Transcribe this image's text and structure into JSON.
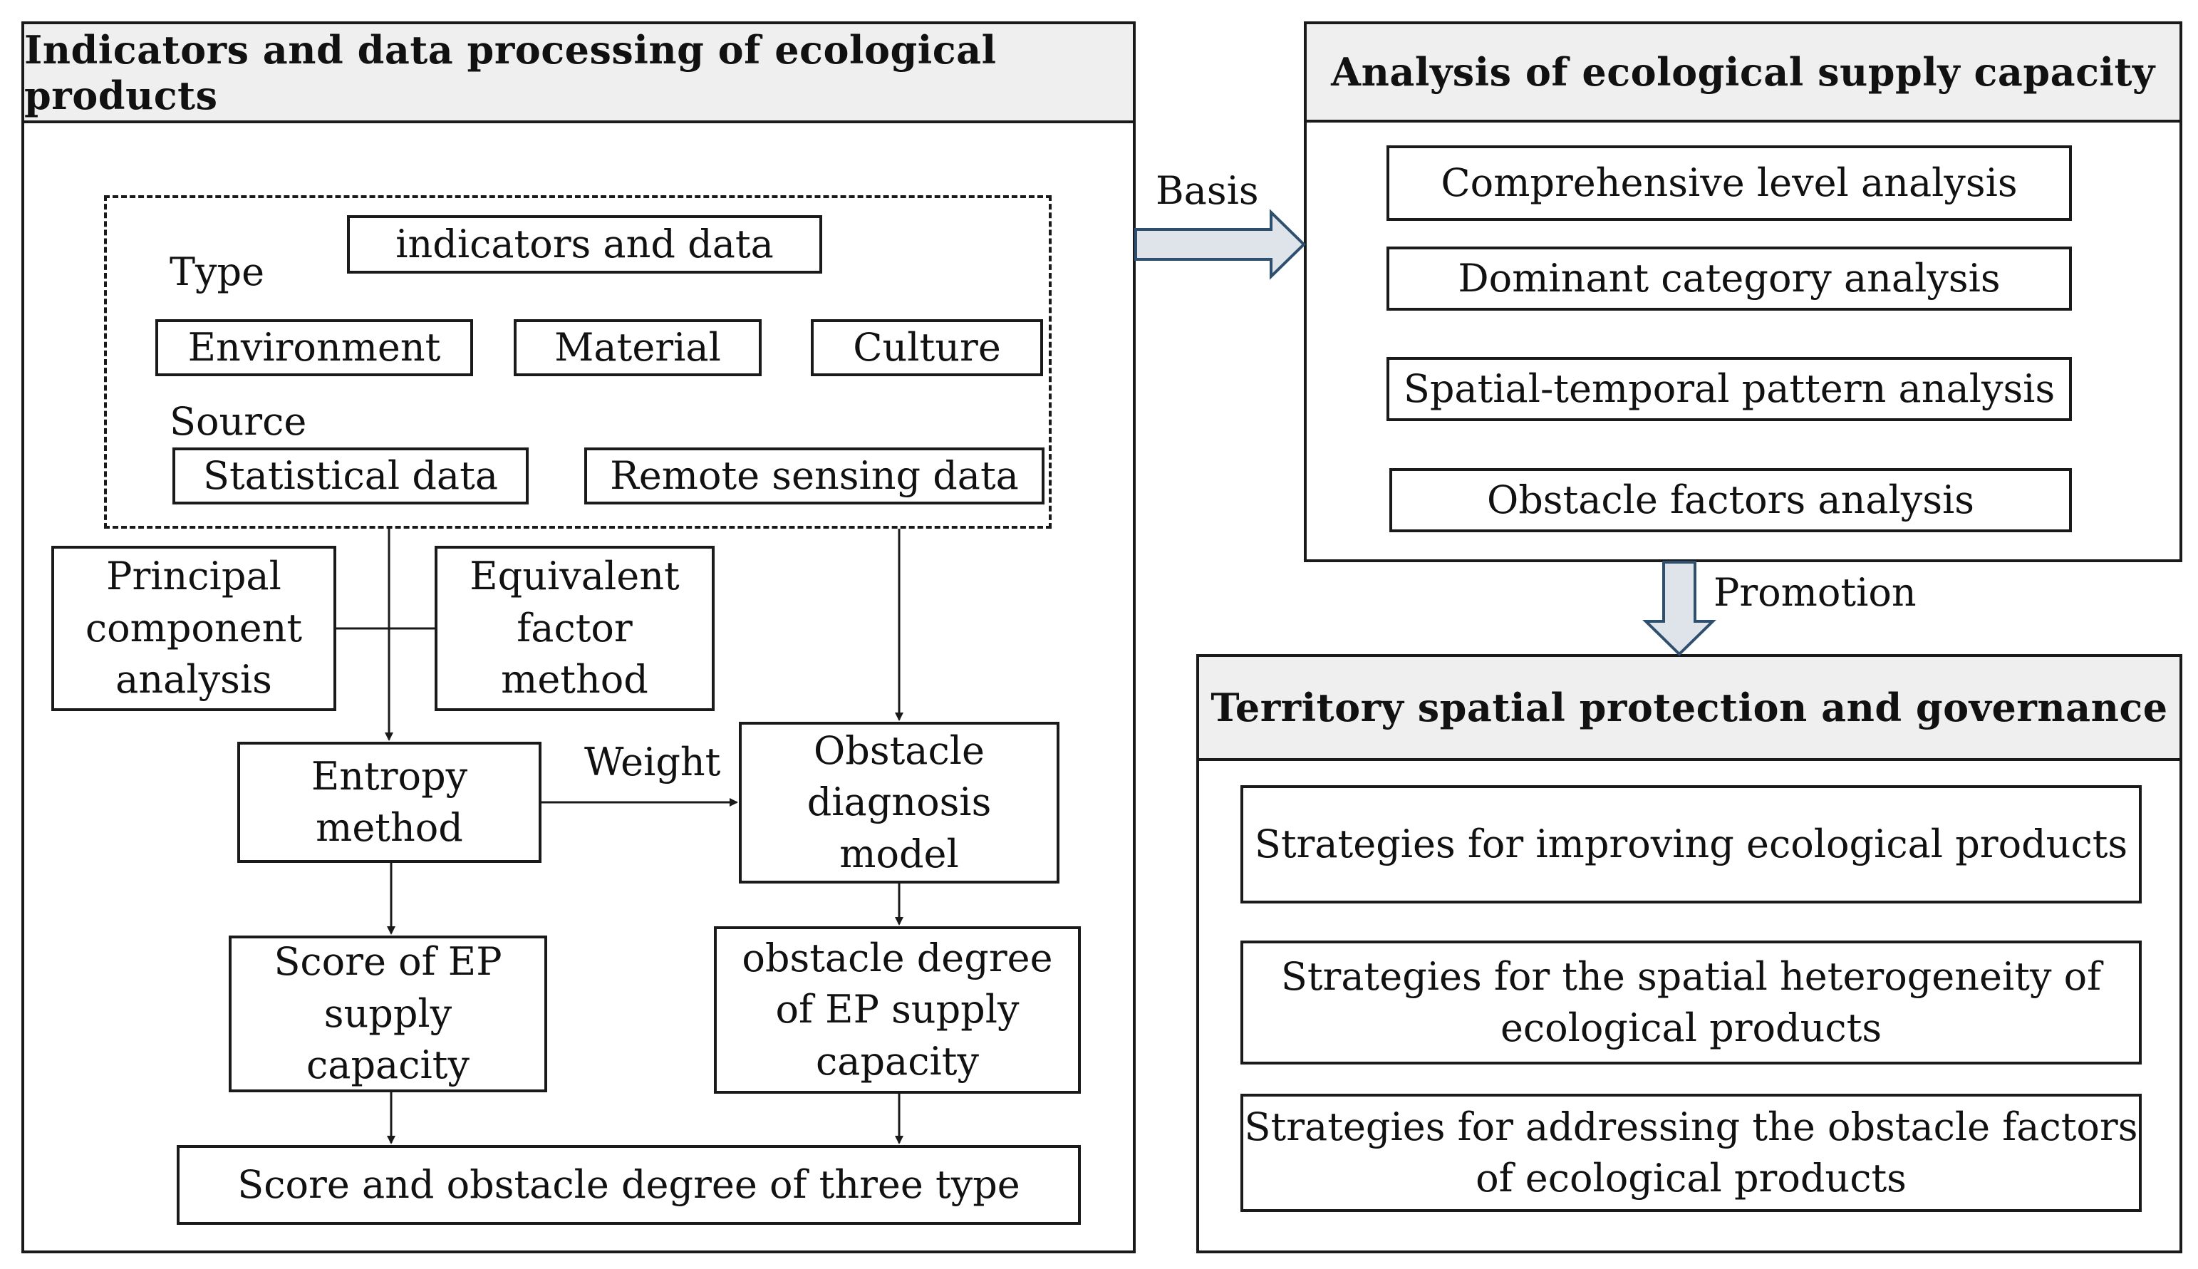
{
  "left_panel": {
    "title": "Indicators and data processing of ecological products",
    "indicators_title": "indicators and data",
    "type_label": "Type",
    "types": [
      "Environment",
      "Material",
      "Culture"
    ],
    "source_label": "Source",
    "sources": [
      "Statistical data",
      "Remote sensing data"
    ],
    "methods": {
      "pca": [
        "Principal",
        "component",
        "analysis"
      ],
      "equivalent": [
        "Equivalent",
        "factor",
        "method"
      ],
      "entropy": [
        "Entropy",
        "method"
      ],
      "obstacle_model": [
        "Obstacle",
        "diagnosis",
        "model"
      ]
    },
    "weight_label": "Weight",
    "score_box": [
      "Score of EP",
      "supply",
      "capacity"
    ],
    "obstacle_degree_box": [
      "obstacle degree",
      "of EP supply",
      "capacity"
    ],
    "final_box": "Score and obstacle degree of three type"
  },
  "basis_label": "Basis",
  "promotion_label": "Promotion",
  "analysis_panel": {
    "title": "Analysis of ecological supply capacity",
    "items": [
      "Comprehensive level analysis",
      "Dominant category analysis",
      "Spatial-temporal pattern analysis",
      "Obstacle factors analysis"
    ]
  },
  "governance_panel": {
    "title": "Territory spatial protection and governance",
    "strategies": [
      [
        "Strategies for improving ecological products"
      ],
      [
        "Strategies for the spatial heterogeneity of",
        "ecological products"
      ],
      [
        "Strategies for addressing the obstacle factors",
        "of ecological products"
      ]
    ]
  },
  "colors": {
    "line": "#1a1a1a",
    "header_bg": "#efefef",
    "arrow_fill": "#dfe3ea",
    "arrow_stroke": "#2f4f6f"
  }
}
